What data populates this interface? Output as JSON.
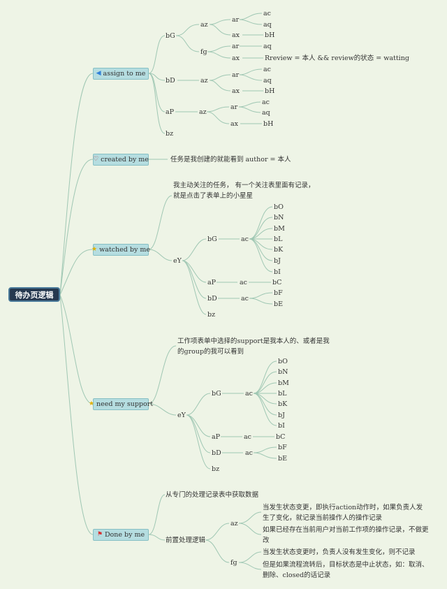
{
  "root": {
    "label": "待办页逻辑"
  },
  "categories": {
    "assign": {
      "label": "assign to me",
      "icon": "paper-plane-icon"
    },
    "created": {
      "label": "created by me",
      "icon": "heart-icon"
    },
    "watched": {
      "label": "watched by me",
      "icon": "star-icon"
    },
    "support": {
      "label": "need my support",
      "icon": "star-icon"
    },
    "done": {
      "label": "Done by me",
      "icon": "flag-icon"
    }
  },
  "assign": {
    "bG": "bG",
    "bG_az": "az",
    "bG_az_ar": "ar",
    "bG_az_ac": "ac",
    "bG_az_aq": "aq",
    "bG_az_ax": "ax",
    "bG_az_bH": "bH",
    "fg": "fg",
    "fg_ar": "ar",
    "fg_aq": "aq",
    "fg_ax": "ax",
    "fg_note": "Rreview = 本人 && review的状态 = watting",
    "bD": "bD",
    "bD_az": "az",
    "bD_ar": "ar",
    "bD_ac": "ac",
    "bD_aq": "aq",
    "bD_ax": "ax",
    "bD_bH": "bH",
    "aP": "aP",
    "aP_az": "az",
    "aP_ar": "ar",
    "aP_ac": "ac",
    "aP_aq": "aq",
    "aP_ax": "ax",
    "aP_bH": "bH",
    "bz": "bz"
  },
  "created": {
    "note": "任务是我创建的就能看到 author = 本人"
  },
  "watched": {
    "note": "我主动关注的任务， 有一个关注表里面有记录，就是点击了表单上的小星星",
    "eY": "eY",
    "bG": "bG",
    "bG_ac": "ac",
    "items": [
      "bO",
      "bN",
      "bM",
      "bL",
      "bK",
      "bJ",
      "bI"
    ],
    "aP": "aP",
    "aP_ac": "ac",
    "aP_bC": "bC",
    "bD": "bD",
    "bD_ac": "ac",
    "bD_bF": "bF",
    "bD_bE": "bE",
    "bz": "bz"
  },
  "support": {
    "note": "工作项表单中选择的support是我本人的、或者是我的group的我可以看到",
    "eY": "eY",
    "bG": "bG",
    "bG_ac": "ac",
    "items": [
      "bO",
      "bN",
      "bM",
      "bL",
      "bK",
      "bJ",
      "bI"
    ],
    "aP": "aP",
    "aP_ac": "ac",
    "aP_bC": "bC",
    "bD": "bD",
    "bD_ac": "ac",
    "bD_bF": "bF",
    "bD_bE": "bE",
    "bz": "bz"
  },
  "done": {
    "note": "从专门的处理记录表中获取数据",
    "pre": "前置处理逻辑",
    "az": "az",
    "az_note1": "当发生状态变更，即执行action动作时，如果负责人发生了变化，就记录当前操作人的操作记录",
    "az_note2": "如果已经存在当前用户对当前工作项的操作记录，不做更改",
    "fg": "fg",
    "fg_note1": "当发生状态变更时，负责人没有发生变化，则不记录",
    "fg_note2": "但是如果流程流转后，目标状态是中止状态，如：取消、删除、closed的话记录"
  }
}
